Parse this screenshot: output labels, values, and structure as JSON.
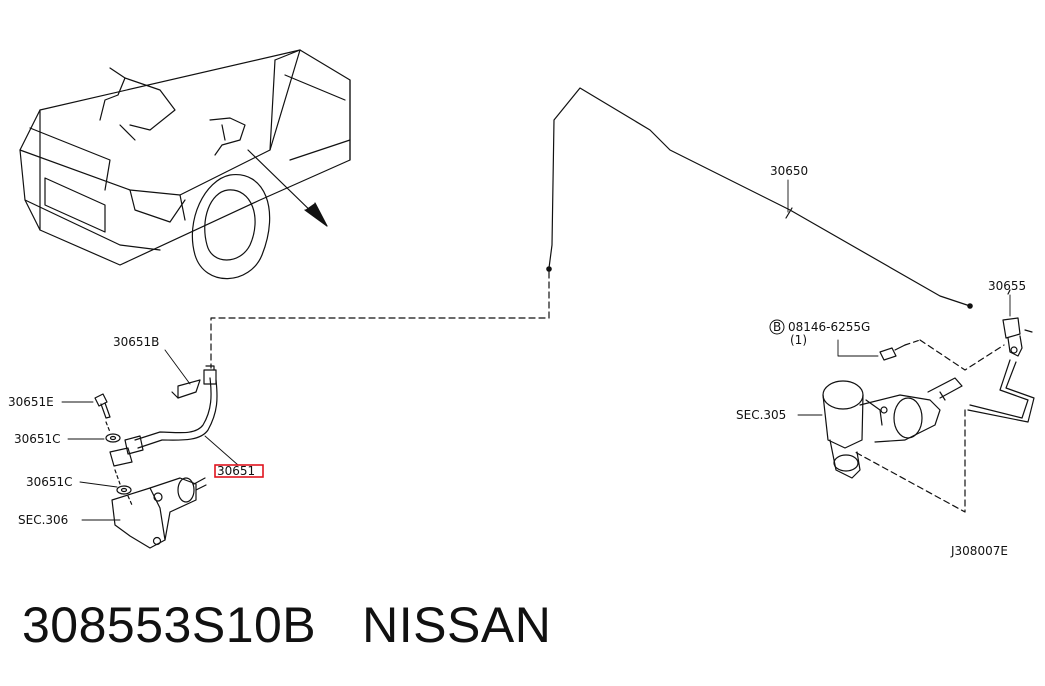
{
  "parts": {
    "p30650": "30650",
    "p30655": "30655",
    "bolt": "08146-6255G",
    "bolt_qty": "(1)",
    "bolt_marker": "B",
    "sec305": "SEC.305",
    "p30651B": "30651B",
    "p30651E": "30651E",
    "p30651C_upper": "30651C",
    "p30651C_lower": "30651C",
    "sec306": "SEC.306",
    "p30651_highlight": "30651",
    "ref_code": "J308007E"
  },
  "caption": {
    "part_number": "308553S10B",
    "brand": "NISSAN"
  },
  "colors": {
    "line": "#111111",
    "highlight": "#e0141e"
  }
}
